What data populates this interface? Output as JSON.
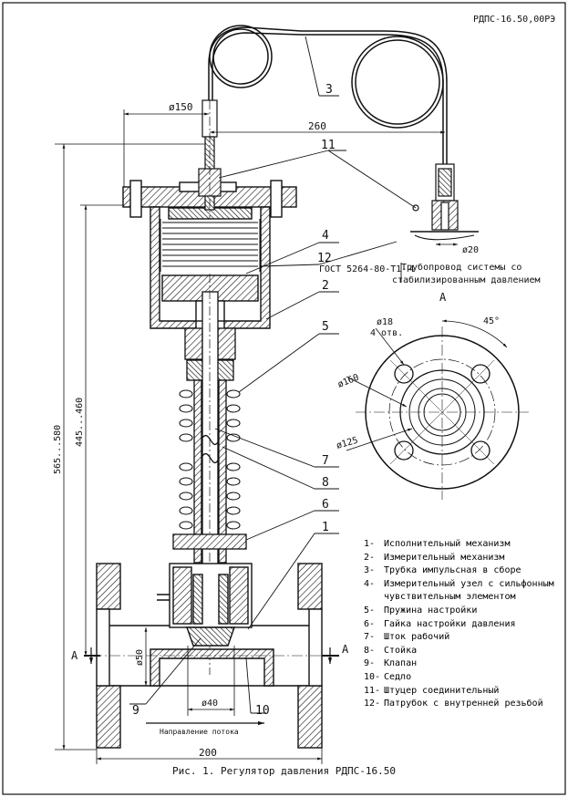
{
  "document": {
    "doc_number": "РДПС-16.50,00РЭ",
    "caption": "Рис. 1. Регулятор давления РДПС-16.50"
  },
  "dimensions": {
    "d150": "ø150",
    "d260": "260",
    "overall_height": "565...580",
    "height_445": "445...460",
    "d50": "ø50",
    "d40": "ø40",
    "width_200": "200",
    "d20": "ø20",
    "d18": "ø18",
    "holes_4": "4 отв.",
    "angle_45": "45°",
    "d160": "ø160",
    "d125": "ø125"
  },
  "annotations": {
    "gost_weld": "ГОСТ 5264-80-Т1-",
    "weld_leg": "4",
    "pipeline_line1": "Трубопровод системы со",
    "pipeline_line2": "стабилизированным давлением",
    "flow_direction": "Направление потока",
    "view_label_top": "А",
    "section_left": "А",
    "section_right": "А"
  },
  "callouts": [
    "1",
    "2",
    "3",
    "4",
    "5",
    "6",
    "7",
    "8",
    "9",
    "10",
    "11",
    "12"
  ],
  "legend": [
    {
      "num": "1-",
      "text": "Исполнительный механизм"
    },
    {
      "num": "2-",
      "text": "Измерительный механизм"
    },
    {
      "num": "3-",
      "text": "Трубка импульсная в сборе"
    },
    {
      "num": "4-",
      "text": "Измерительный узел с сильфонным",
      "cont": "чувствительным элементом"
    },
    {
      "num": "5-",
      "text": "Пружина настройки"
    },
    {
      "num": "6-",
      "text": "Гайка настройки давления"
    },
    {
      "num": "7-",
      "text": "Шток рабочий"
    },
    {
      "num": "8-",
      "text": "Стойка"
    },
    {
      "num": "9-",
      "text": "Клапан"
    },
    {
      "num": "10-",
      "text": "Седло"
    },
    {
      "num": "11-",
      "text": "Штуцер соединительный"
    },
    {
      "num": "12-",
      "text": "Патрубок с внутренней резьбой"
    }
  ]
}
